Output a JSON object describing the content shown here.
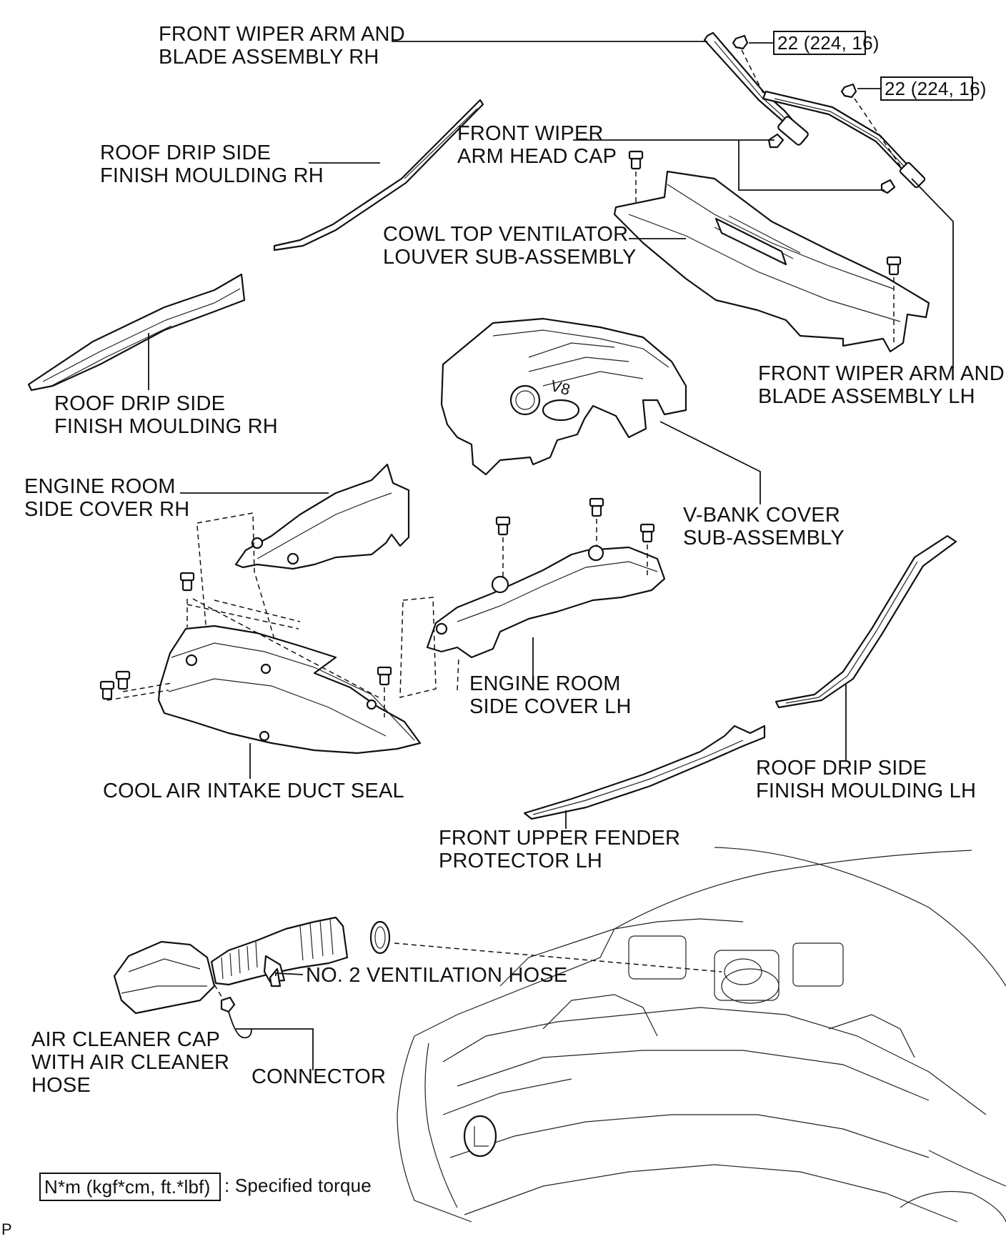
{
  "labels": {
    "wiper_arm_rh": [
      "FRONT WIPER ARM AND",
      "BLADE ASSEMBLY RH"
    ],
    "torque_1": "22 (224, 16)",
    "torque_2": "22 (224, 16)",
    "wiper_head_cap": [
      "FRONT WIPER",
      "ARM HEAD CAP"
    ],
    "roof_drip_rh_upper": [
      "ROOF DRIP SIDE",
      "FINISH MOULDING RH"
    ],
    "cowl_louver": [
      "COWL TOP VENTILATOR",
      "LOUVER SUB-ASSEMBLY"
    ],
    "wiper_arm_lh": [
      "FRONT WIPER ARM AND",
      "BLADE ASSEMBLY LH"
    ],
    "roof_drip_rh_lower": [
      "ROOF DRIP SIDE",
      "FINISH MOULDING RH"
    ],
    "engine_side_cover_rh": [
      "ENGINE ROOM",
      "SIDE COVER RH"
    ],
    "vbank_cover": [
      "V-BANK COVER",
      "SUB-ASSEMBLY"
    ],
    "engine_side_cover_lh": [
      "ENGINE ROOM",
      "SIDE COVER LH"
    ],
    "roof_drip_lh": [
      "ROOF DRIP SIDE",
      "FINISH MOULDING LH"
    ],
    "cool_air_duct": "COOL AIR INTAKE DUCT SEAL",
    "fender_protector_lh": [
      "FRONT UPPER FENDER",
      "PROTECTOR LH"
    ],
    "ventilation_hose": "NO. 2 VENTILATION HOSE",
    "air_cleaner_cap": [
      "AIR CLEANER CAP",
      "WITH AIR CLEANER",
      "HOSE"
    ],
    "connector": "CONNECTOR"
  },
  "legend": {
    "box_text": "N*m (kgf*cm, ft.*lbf)",
    "text": ": Specified torque"
  },
  "corner_mark": "P",
  "emblem_text": "V8"
}
